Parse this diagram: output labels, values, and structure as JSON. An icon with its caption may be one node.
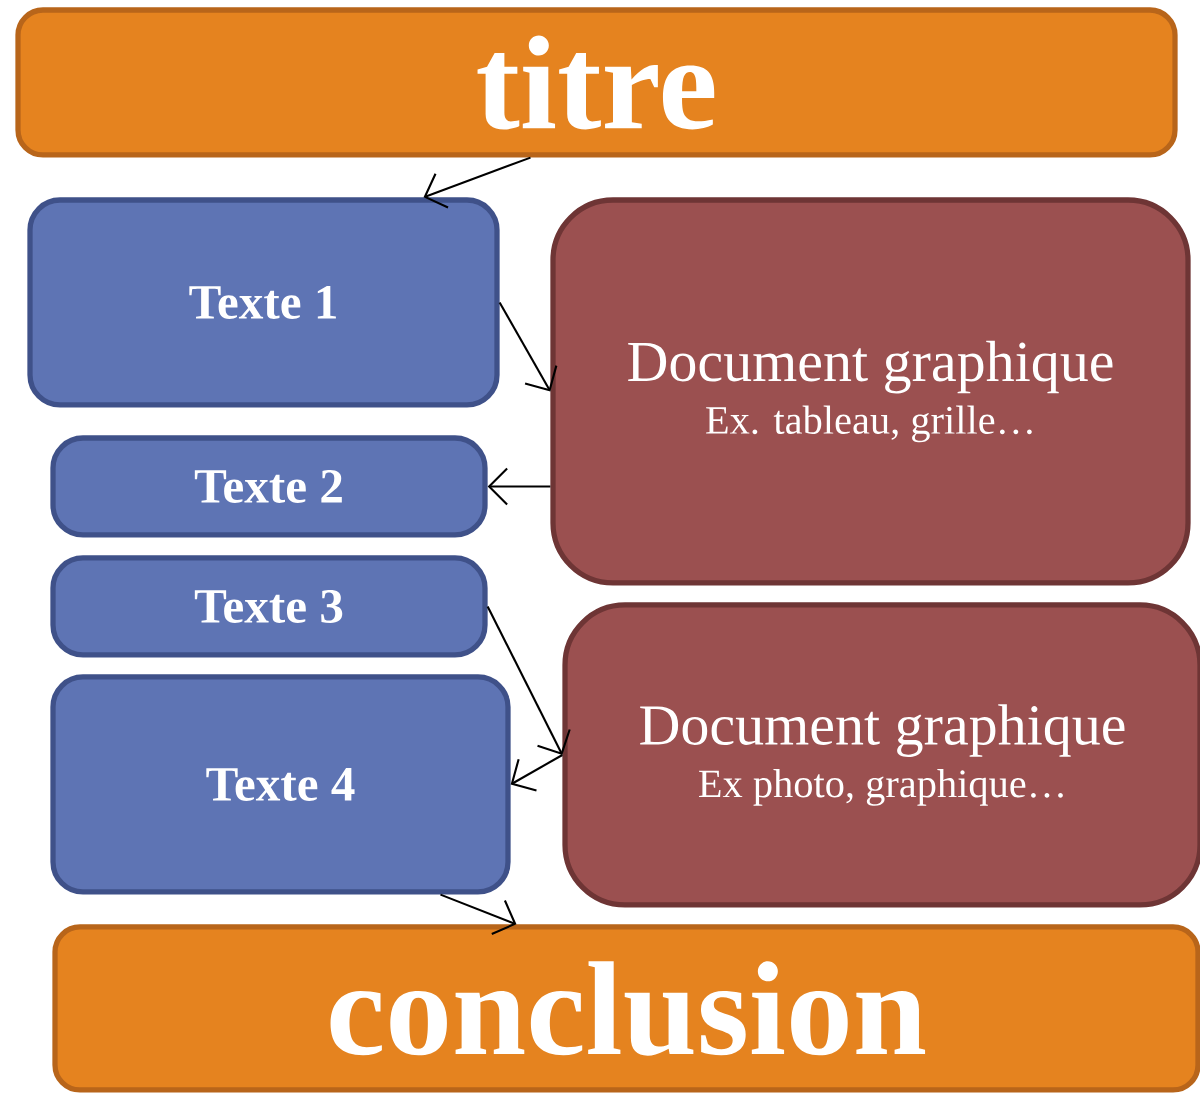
{
  "diagram": {
    "nodes": [
      {
        "text": [
          "titre"
        ]
      },
      {
        "text": [
          "Texte 1"
        ]
      },
      {
        "text": [
          "Document graphique",
          "Ex. tableau, grille…"
        ]
      },
      {
        "text": [
          "Texte 2"
        ]
      },
      {
        "text": [
          "Texte 3"
        ]
      },
      {
        "text": [
          "Document graphique",
          "Ex photo, graphique…"
        ]
      },
      {
        "text": [
          "Texte 4"
        ]
      },
      {
        "text": [
          "conclusion"
        ]
      }
    ],
    "edges": [
      {
        "from": 0,
        "to": 1,
        "arrow": "to"
      },
      {
        "from": 1,
        "to": 2,
        "arrow": "to"
      },
      {
        "from": 2,
        "to": 3,
        "arrow": "to"
      },
      {
        "from": 4,
        "to": 5,
        "arrow": "to"
      },
      {
        "from": 5,
        "to": 6,
        "arrow": "to"
      },
      {
        "from": 6,
        "to": 7,
        "arrow": "to"
      }
    ]
  }
}
